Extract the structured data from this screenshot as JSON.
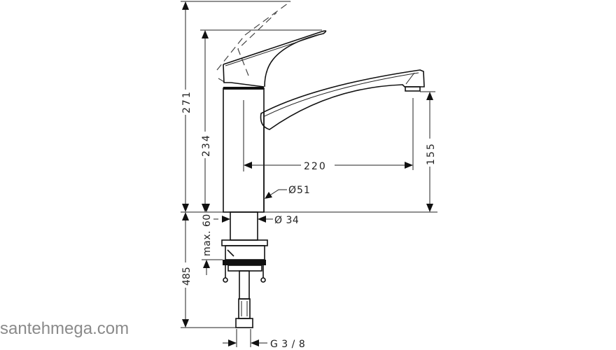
{
  "drawing": {
    "dimensions": {
      "total_height": "271",
      "handle_height": "234",
      "spout_reach": "220",
      "spout_height": "155",
      "body_diameter": "Ø51",
      "shank_diameter": "Ø 34",
      "max_counter_thickness": "max. 60",
      "hose_length": "485",
      "connection_thread": "G 3 / 8"
    }
  },
  "watermark": "santehmega.com"
}
